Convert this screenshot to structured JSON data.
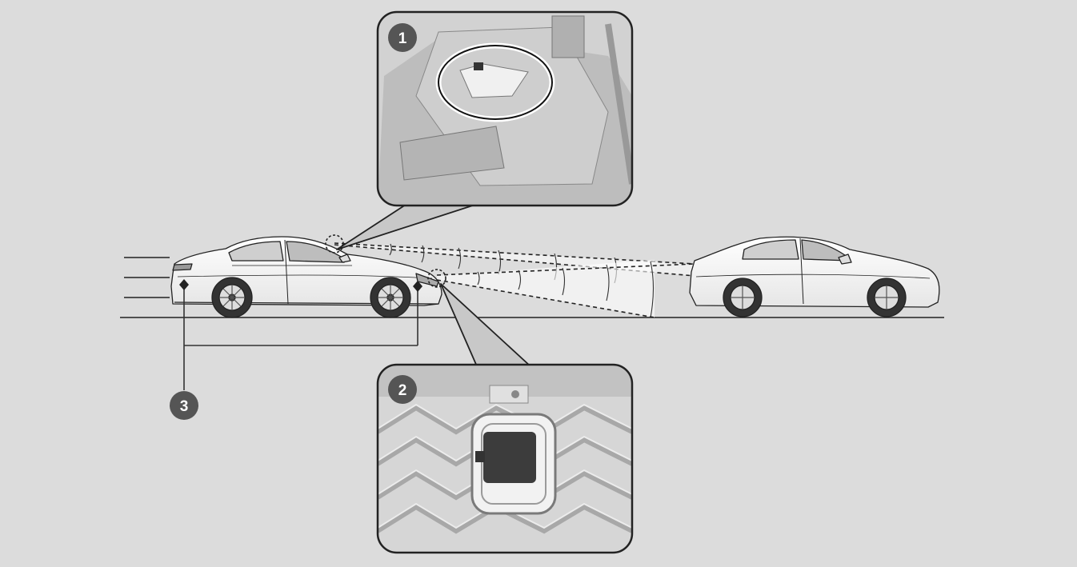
{
  "diagram": {
    "callouts": [
      {
        "id": "camera",
        "number": "1"
      },
      {
        "id": "radar",
        "number": "2"
      },
      {
        "id": "rear-sensors",
        "number": "3"
      }
    ],
    "colors": {
      "background": "#dcdcdc",
      "badge": "#555555",
      "outline": "#222222",
      "car_body": "#f4f4f4",
      "inset_fill": "#c8c8c8"
    }
  }
}
